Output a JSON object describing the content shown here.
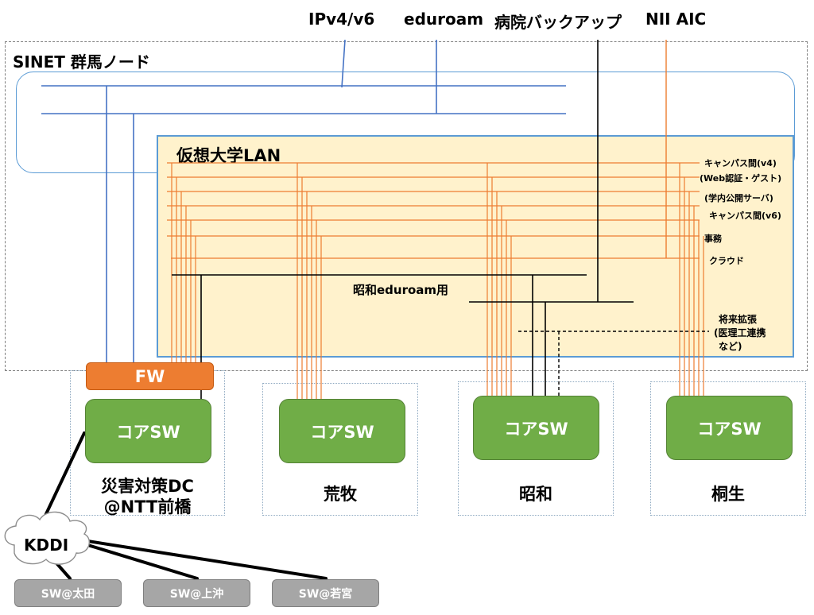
{
  "top_labels": {
    "ip": "IPv4/v6",
    "eduroam": "eduroam",
    "hospital": "病院バックアップ",
    "nii": "NII AIC"
  },
  "sinet": {
    "title": "SINET 群馬ノード"
  },
  "vlan": {
    "title": "仮想大学LAN",
    "labels": [
      "キャンパス間(v4)",
      "(Web認証・ゲスト)",
      "(学内公開サーバ)",
      "キャンパス間(v6)",
      "事務",
      "クラウド"
    ],
    "showa_eduroam": "昭和eduroam用",
    "future": [
      "将来拡張",
      "(医理工連携",
      "など)"
    ]
  },
  "fw": {
    "label": "FW"
  },
  "sites": [
    {
      "core_label": "コアSW",
      "name_line1": "災害対策DC",
      "name_line2": "@NTT前橋"
    },
    {
      "core_label": "コアSW",
      "name": "荒牧"
    },
    {
      "core_label": "コアSW",
      "name": "昭和"
    },
    {
      "core_label": "コアSW",
      "name": "桐生"
    }
  ],
  "kddi": {
    "label": "KDDI"
  },
  "remote_sw": [
    "SW@太田",
    "SW@上沖",
    "SW@若宮"
  ],
  "colors": {
    "core_green": "#70ad47",
    "fw_orange": "#ed7d31",
    "vlan_fill": "#fff2cc",
    "line_blue": "#4472c4",
    "line_orange": "#ed7d31",
    "remote_gray": "#a6a6a6"
  }
}
